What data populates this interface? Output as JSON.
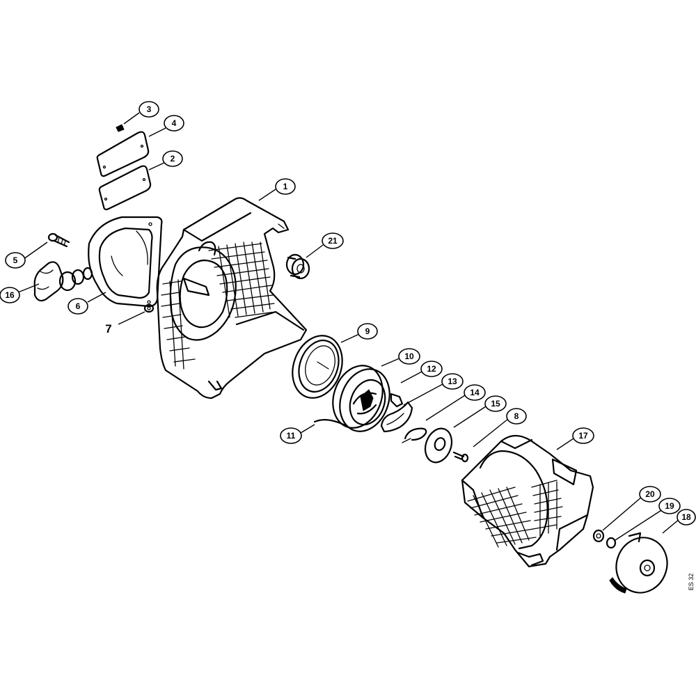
{
  "diagram": {
    "callouts": [
      {
        "id": "3",
        "label": "3"
      },
      {
        "id": "4",
        "label": "4"
      },
      {
        "id": "2",
        "label": "2"
      },
      {
        "id": "1",
        "label": "1"
      },
      {
        "id": "21",
        "label": "21"
      },
      {
        "id": "5",
        "label": "5"
      },
      {
        "id": "16",
        "label": "16"
      },
      {
        "id": "6",
        "label": "6"
      },
      {
        "id": "9",
        "label": "9"
      },
      {
        "id": "10",
        "label": "10"
      },
      {
        "id": "12",
        "label": "12"
      },
      {
        "id": "13",
        "label": "13"
      },
      {
        "id": "14",
        "label": "14"
      },
      {
        "id": "15",
        "label": "15"
      },
      {
        "id": "8",
        "label": "8"
      },
      {
        "id": "11",
        "label": "11"
      },
      {
        "id": "17",
        "label": "17"
      },
      {
        "id": "20",
        "label": "20"
      },
      {
        "id": "19",
        "label": "19"
      },
      {
        "id": "18",
        "label": "18"
      }
    ],
    "plain_label": "7",
    "side_note": "ES 32"
  }
}
